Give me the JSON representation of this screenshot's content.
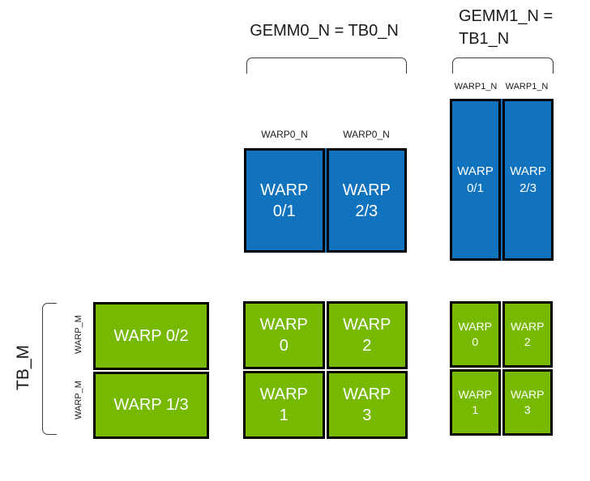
{
  "colors": {
    "blue": "#1173BD",
    "green": "#76B900",
    "cell_border": "#000000",
    "bracket": "#3f3f3f",
    "text_dark": "#1a1a1a",
    "text_light": "#ffffff"
  },
  "header": {
    "gemm0_title": "GEMM0_N = TB0_N",
    "gemm1_title_line1": "GEMM1_N =",
    "gemm1_title_line2": "TB1_N",
    "warp0_n_labels": [
      "WARP0_N",
      "WARP0_N"
    ],
    "warp1_n_labels": [
      "WARP1_N",
      "WARP1_N"
    ]
  },
  "left_axis": {
    "tb_m_label": "TB_M",
    "warp_m_labels": [
      "WARP_M",
      "WARP_M"
    ]
  },
  "grids": {
    "gemm0_accum": {
      "cells": [
        {
          "line1": "WARP",
          "line2": "0/1"
        },
        {
          "line1": "WARP",
          "line2": "2/3"
        }
      ]
    },
    "gemm1_accum": {
      "cells": [
        {
          "line1": "WARP",
          "line2": "0/1"
        },
        {
          "line1": "WARP",
          "line2": "2/3"
        }
      ]
    },
    "tb_tile": {
      "rows": [
        {
          "label": "WARP 0/2"
        },
        {
          "label": "WARP 1/3"
        }
      ]
    },
    "gemm0_c": {
      "cells": [
        {
          "line1": "WARP",
          "line2": "0"
        },
        {
          "line1": "WARP",
          "line2": "2"
        },
        {
          "line1": "WARP",
          "line2": "1"
        },
        {
          "line1": "WARP",
          "line2": "3"
        }
      ]
    },
    "gemm1_c": {
      "cells": [
        {
          "line1": "WARP",
          "line2": "0"
        },
        {
          "line1": "WARP",
          "line2": "2"
        },
        {
          "line1": "WARP",
          "line2": "1"
        },
        {
          "line1": "WARP",
          "line2": "3"
        }
      ]
    }
  }
}
